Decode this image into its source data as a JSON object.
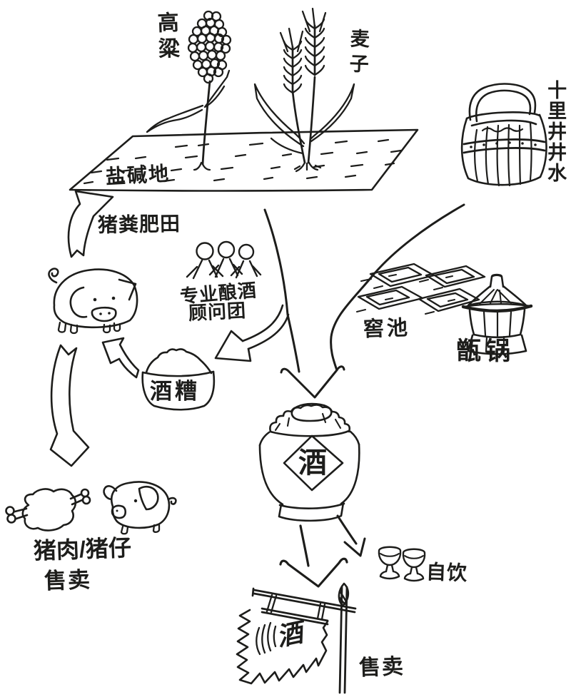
{
  "page": {
    "background": "#ffffff",
    "ink": "#1d1d1b"
  },
  "labels": {
    "sorghum": "高粱",
    "wheat": "麦子",
    "well_water": "十里井井水",
    "saline_alkali_land": "盐碱地",
    "pig_manure_fertilizes_field": "猪粪肥田",
    "brewing_consultants_line1": "专业酿酒",
    "brewing_consultants_line2": "顾问团",
    "fermentation_pits": "窖池",
    "steamer_pot": "甑锅",
    "distillers_grains": "酒糟",
    "wine_jar_character": "酒",
    "wine_flag_character": "酒",
    "pork_piglet": "猪肉/猪仔",
    "pork_sale": "售卖",
    "self_drinking": "自饮",
    "wine_sale": "售卖"
  },
  "figures": [
    "sorghum-plant",
    "wheat-plant",
    "saline-field",
    "well-bucket",
    "pig",
    "consultant-team",
    "fermentation-pits",
    "steamer-pot",
    "distillers-grains-bowl",
    "wine-jar",
    "pork-meat",
    "piglet",
    "wine-cups",
    "wine-banner-flag"
  ],
  "edges": [
    {
      "from": "pig",
      "to": "saline-field",
      "label": "猪粪肥田"
    },
    {
      "from": "saline-field",
      "to": "wine-jar"
    },
    {
      "from": "well-water",
      "to": "wine-jar"
    },
    {
      "from": "brewing-flow",
      "to": "distillers-grains"
    },
    {
      "from": "distillers-grains",
      "to": "pig"
    },
    {
      "from": "pig",
      "to": "pork-piglet-sale"
    },
    {
      "from": "wine-jar",
      "to": "wine-sale-flag"
    },
    {
      "from": "wine-jar",
      "to": "self-drinking"
    }
  ]
}
